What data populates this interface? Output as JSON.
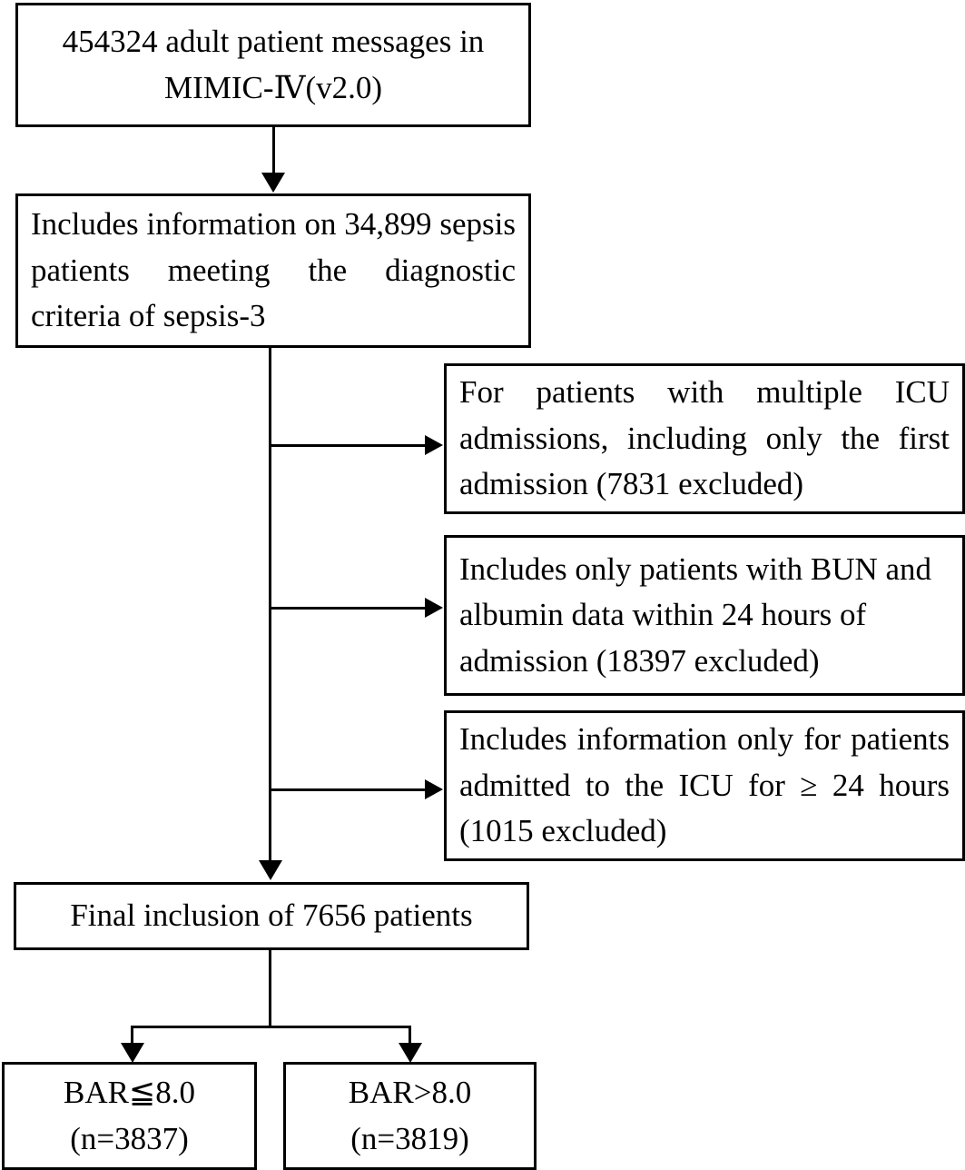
{
  "diagram": {
    "title": "Patient selection flowchart",
    "type": "flowchart",
    "stroke_color": "#000000",
    "background_color": "#ffffff"
  },
  "nodes": {
    "source_cohort": {
      "line1": "454324 adult patient messages in",
      "line2": "MIMIC-Ⅳ(v2.0)"
    },
    "sepsis_cohort": {
      "text": "Includes information on 34,899 sepsis patients meeting the diagnostic criteria of sepsis-3"
    },
    "exclusion_first_admission": {
      "text": "For patients with multiple ICU admissions, including only the first admission (7831 excluded)",
      "excluded_count": "7831"
    },
    "exclusion_labs": {
      "text": "Includes only patients with BUN and albumin data within 24 hours of admission (18397 excluded)",
      "excluded_count": "18397"
    },
    "exclusion_los": {
      "text": "Includes information only for patients admitted to the ICU for ≥ 24 hours (1015 excluded)",
      "excluded_count": "1015"
    },
    "final_cohort": {
      "text": "Final inclusion of 7656 patients",
      "count": "7656"
    },
    "group_low": {
      "line1": "BAR≦8.0",
      "line2": "(n=3837)"
    },
    "group_high": {
      "line1": "BAR>8.0",
      "line2": "(n=3819)"
    }
  }
}
